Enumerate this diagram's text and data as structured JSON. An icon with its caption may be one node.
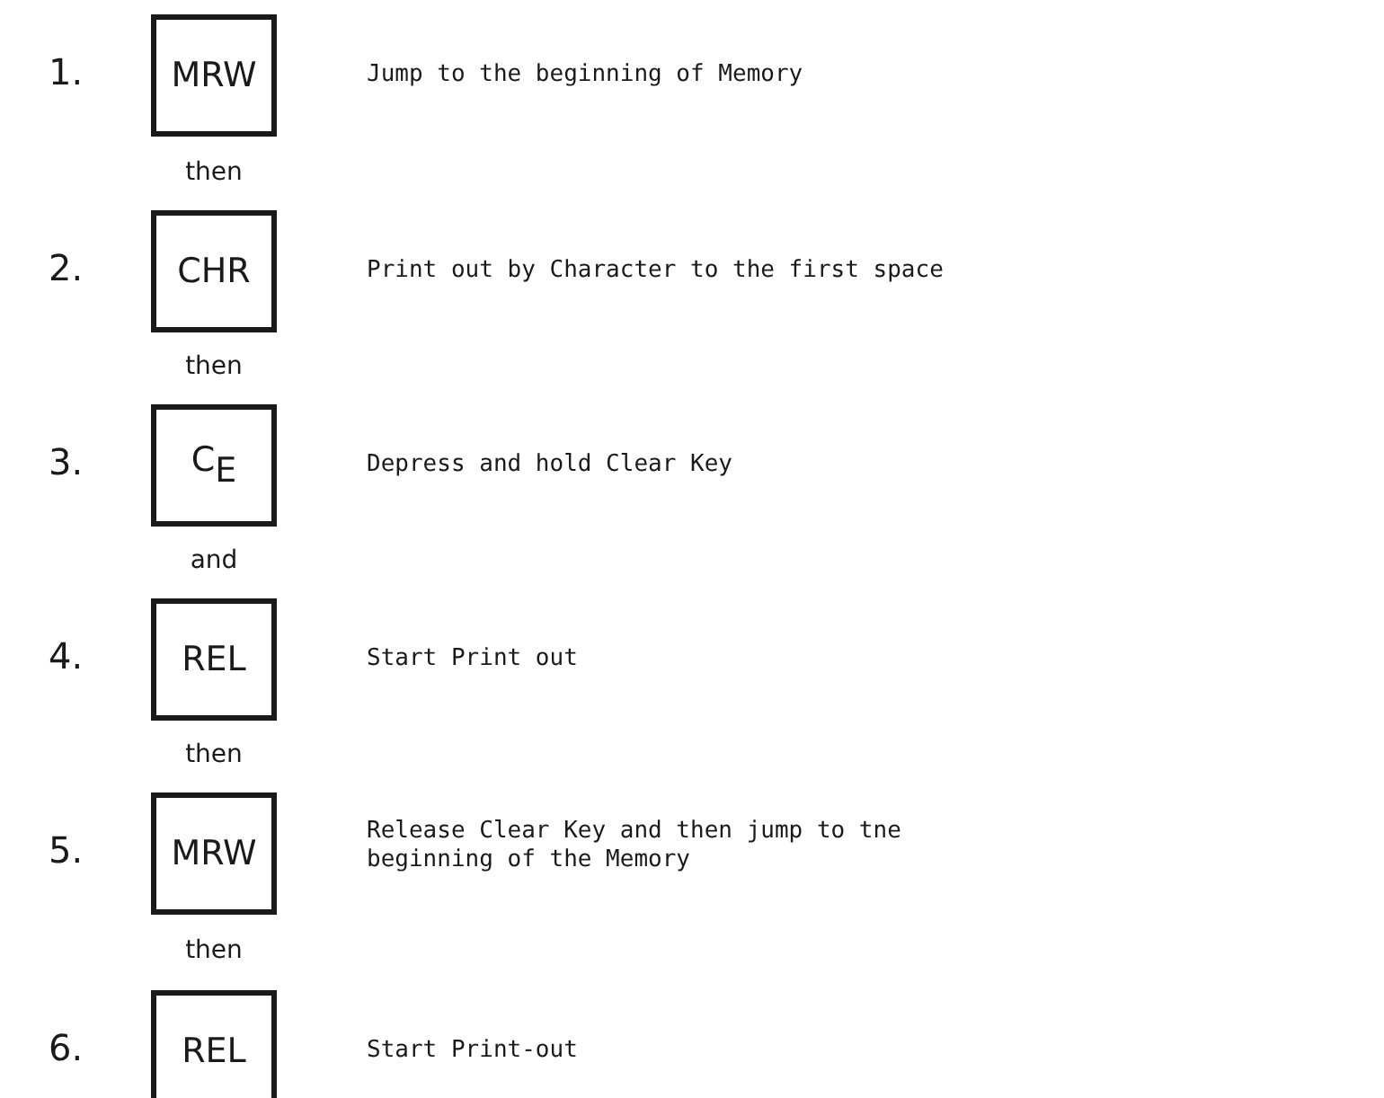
{
  "diagram": {
    "nodes": [
      {
        "text": [
          "MRW"
        ],
        "beside": [
          "1.",
          "Jump to the beginning of Memory"
        ]
      },
      {
        "text": [
          "CHR"
        ],
        "beside": [
          "2.",
          "Print out by Character to the first space"
        ]
      },
      {
        "text": [
          "C$_{E}$"
        ],
        "beside": [
          "3.",
          "Depress and hold Clear Key"
        ]
      },
      {
        "text": [
          "REL"
        ],
        "beside": [
          "4.",
          "Start Print out"
        ]
      },
      {
        "text": [
          "MRW"
        ],
        "beside": [
          "5.",
          "Release Clear Key and then jump to tne beginning of the Memory"
        ]
      },
      {
        "text": [
          "REL"
        ],
        "beside": [
          "6.",
          "Start Print-out"
        ]
      }
    ],
    "labels": [
      "then",
      "then",
      "and",
      "then",
      "then"
    ]
  }
}
